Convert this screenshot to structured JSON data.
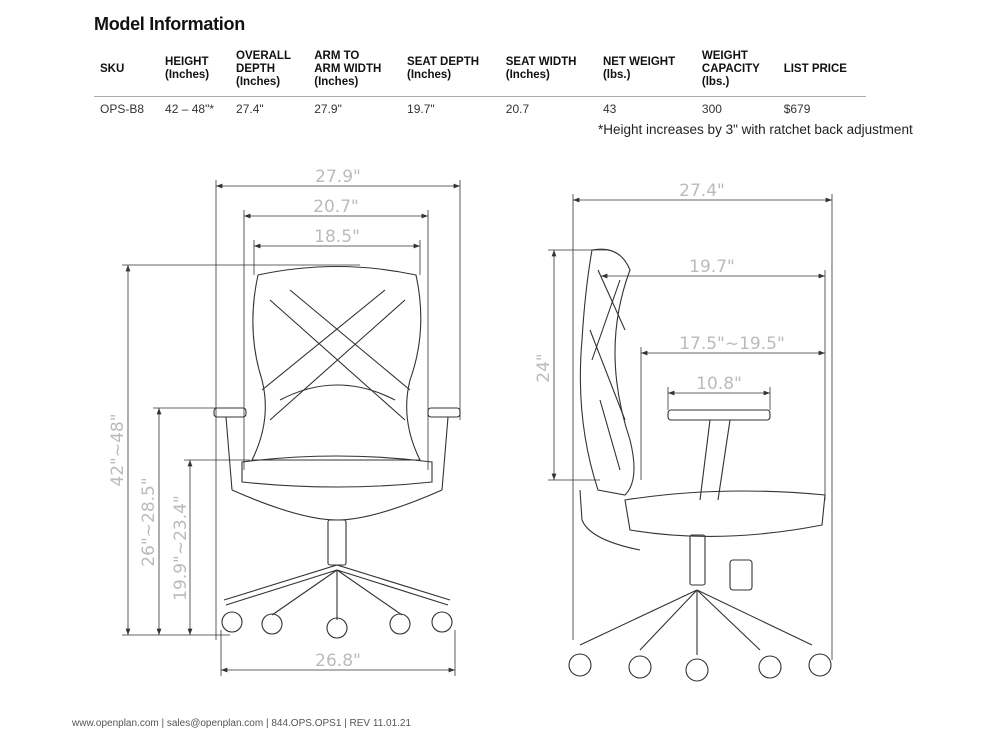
{
  "title": "Model Information",
  "table": {
    "headers": [
      [
        "SKU"
      ],
      [
        "HEIGHT",
        "(Inches)"
      ],
      [
        "OVERALL",
        "DEPTH",
        "(Inches)"
      ],
      [
        "ARM TO",
        "ARM WIDTH",
        "(Inches)"
      ],
      [
        "SEAT DEPTH",
        "(Inches)"
      ],
      [
        "SEAT WIDTH",
        "(Inches)"
      ],
      [
        "NET WEIGHT",
        "(lbs.)"
      ],
      [
        "WEIGHT",
        "CAPACITY",
        "(lbs.)"
      ],
      [
        "LIST PRICE"
      ]
    ],
    "row": [
      "OPS-B8",
      "42 – 48\"*",
      "27.4\"",
      "27.9\"",
      "19.7\"",
      "20.7",
      "43",
      "300",
      "$679"
    ]
  },
  "note": "*Height increases by 3\" with ratchet back adjustment",
  "front_view": {
    "overall_width": "27.9\"",
    "seat_width": "20.7\"",
    "back_width": "18.5\"",
    "overall_height": "42\"~48\"",
    "arm_height": "26\"~28.5\"",
    "seat_height": "19.9\"~23.4\"",
    "base_width": "26.8\""
  },
  "side_view": {
    "overall_depth": "27.4\"",
    "seat_depth": "19.7\"",
    "seat_depth_range": "17.5\"~19.5\"",
    "arm_pad": "10.8\"",
    "back_height": "24\""
  },
  "footer": "www.openplan.com | sales@openplan.com | 844.OPS.OPS1 | REV 11.01.21"
}
